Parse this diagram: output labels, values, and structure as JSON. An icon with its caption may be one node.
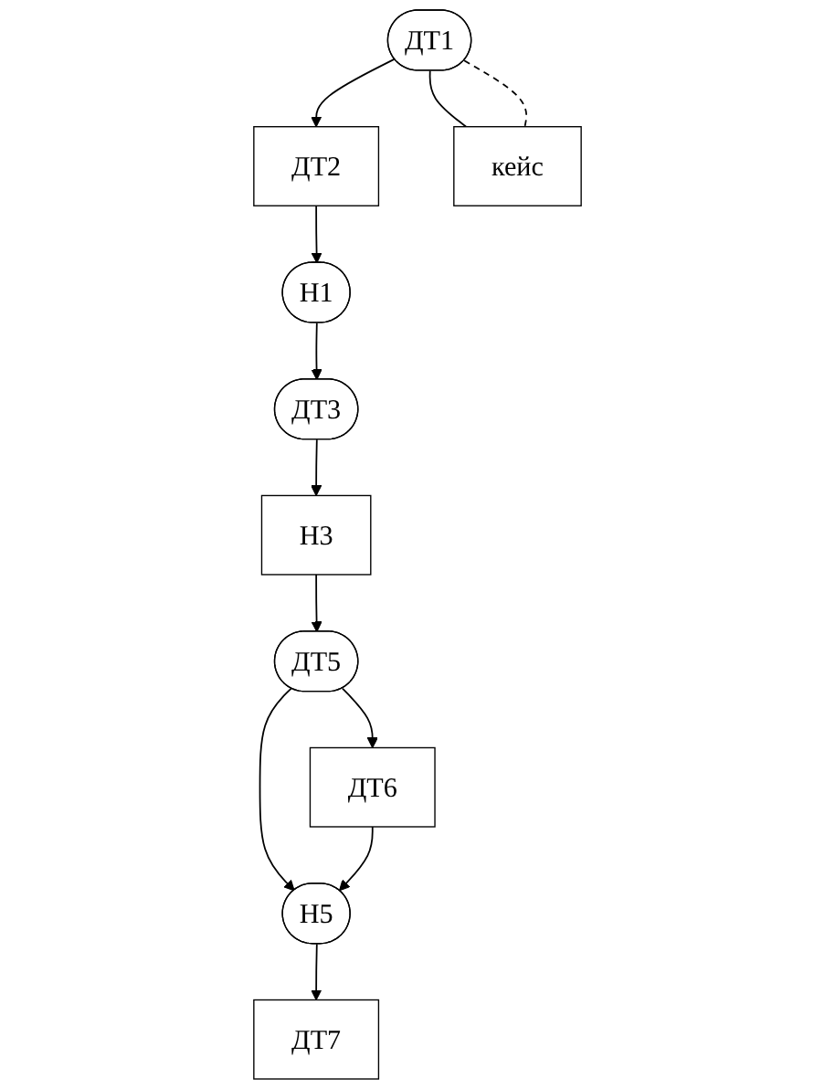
{
  "diagram": {
    "nodes": [
      {
        "text": [
          "ДТ1"
        ]
      },
      {
        "text": [
          "ДТ2"
        ]
      },
      {
        "text": [
          "кейс"
        ]
      },
      {
        "text": [
          "Н1"
        ]
      },
      {
        "text": [
          "ДТ3"
        ]
      },
      {
        "text": [
          "Н3"
        ]
      },
      {
        "text": [
          "ДТ5"
        ]
      },
      {
        "text": [
          "Н5"
        ]
      },
      {
        "text": [
          "ДТ6"
        ]
      },
      {
        "text": [
          "ДТ7"
        ]
      }
    ],
    "edges": [
      {
        "from": 0,
        "to": 1,
        "arrow": "to"
      },
      {
        "from": 0,
        "to": 2,
        "arrow": "none"
      },
      {
        "from": 0,
        "to": 2,
        "arrow": "none",
        "style": "dashed"
      },
      {
        "from": 1,
        "to": 3,
        "arrow": "to"
      },
      {
        "from": 3,
        "to": 4,
        "arrow": "to"
      },
      {
        "from": 4,
        "to": 5,
        "arrow": "to"
      },
      {
        "from": 5,
        "to": 6,
        "arrow": "to"
      },
      {
        "from": 6,
        "to": 7,
        "arrow": "to"
      },
      {
        "from": 6,
        "to": 8,
        "arrow": "to"
      },
      {
        "from": 8,
        "to": 7,
        "arrow": "to"
      },
      {
        "from": 7,
        "to": 9,
        "arrow": "to"
      }
    ]
  }
}
